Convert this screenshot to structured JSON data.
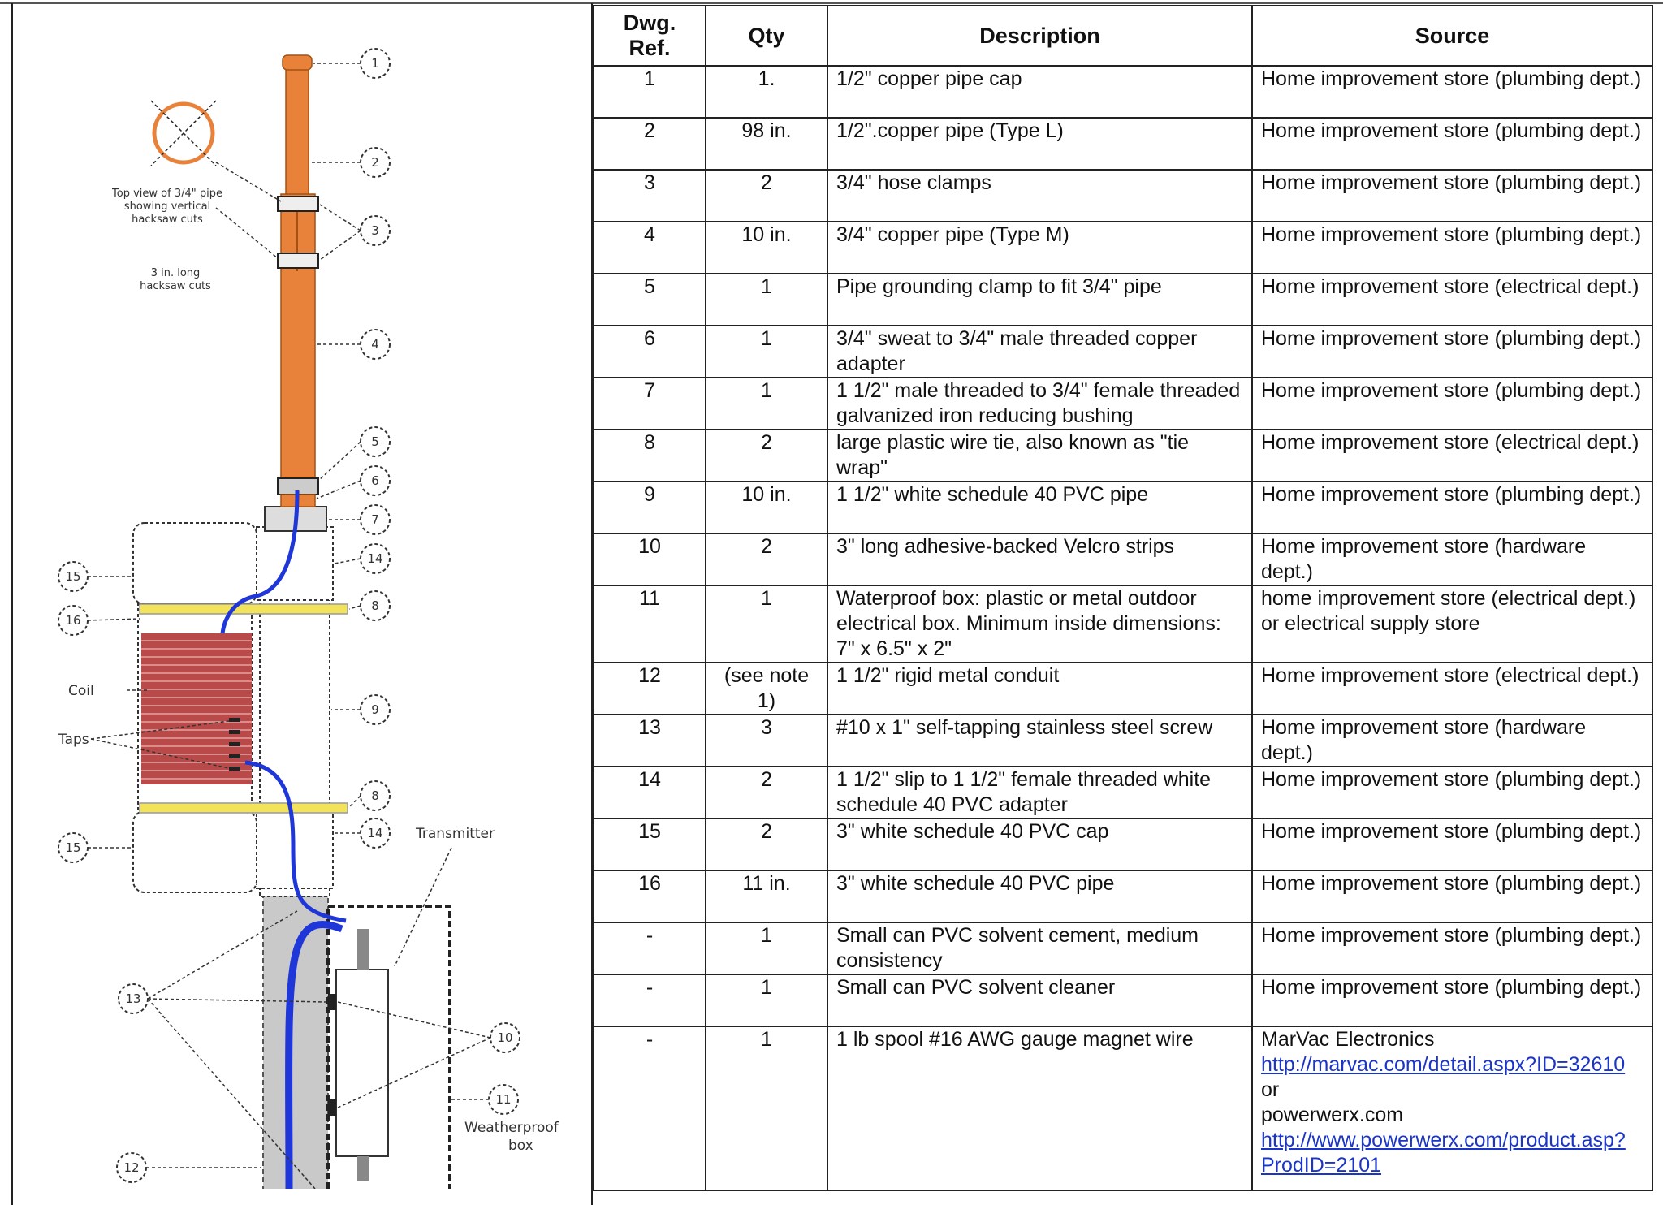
{
  "table": {
    "headers": [
      "Dwg.\nRef.",
      "Qty",
      "Description",
      "Source"
    ],
    "rows": [
      {
        "ref": "1",
        "qty": "1.",
        "description": "1/2\" copper pipe cap",
        "source": [
          "Home improvement store (plumbing dept.)"
        ]
      },
      {
        "ref": "2",
        "qty": "98 in.",
        "description": "1/2\".copper pipe (Type L)",
        "source": [
          "Home improvement store (plumbing dept.)"
        ]
      },
      {
        "ref": "3",
        "qty": "2",
        "description": "3/4\" hose clamps",
        "source": [
          "Home improvement store (plumbing dept.)"
        ]
      },
      {
        "ref": "4",
        "qty": "10 in.",
        "description": "3/4\" copper pipe (Type M)",
        "source": [
          "Home improvement store (plumbing dept.)"
        ]
      },
      {
        "ref": "5",
        "qty": "1",
        "description": "Pipe grounding clamp to fit 3/4\" pipe",
        "source": [
          "Home improvement store (electrical dept.)"
        ]
      },
      {
        "ref": "6",
        "qty": "1",
        "description": "3/4\" sweat to 3/4\" male threaded copper adapter",
        "source": [
          "Home improvement store (plumbing dept.)"
        ]
      },
      {
        "ref": "7",
        "qty": "1",
        "description": "1 1/2\" male threaded to 3/4\" female threaded galvanized iron reducing bushing",
        "source": [
          "Home improvement store (plumbing dept.)"
        ]
      },
      {
        "ref": "8",
        "qty": "2",
        "description": "large plastic wire tie, also known as \"tie wrap\"",
        "source": [
          "Home improvement store (electrical dept.)"
        ]
      },
      {
        "ref": "9",
        "qty": "10 in.",
        "description": "1 1/2\" white schedule 40 PVC pipe",
        "source": [
          "Home improvement store (plumbing dept.)"
        ]
      },
      {
        "ref": "10",
        "qty": "2",
        "description": "3\" long adhesive-backed Velcro strips",
        "source": [
          "Home improvement store (hardware dept.)"
        ]
      },
      {
        "ref": "11",
        "qty": "1",
        "description": "Waterproof box: plastic or metal outdoor electrical box. Minimum inside dimensions: 7\" x 6.5\" x 2\"",
        "source": [
          "home improvement store (electrical dept.) or electrical supply store"
        ]
      },
      {
        "ref": "12",
        "qty": "(see note 1)",
        "description": "1 1/2\" rigid metal conduit",
        "source": [
          "Home improvement store (electrical dept.)"
        ]
      },
      {
        "ref": "13",
        "qty": "3",
        "description": "#10 x 1\" self-tapping stainless steel screw",
        "source": [
          "Home improvement store (hardware dept.)"
        ]
      },
      {
        "ref": "14",
        "qty": "2",
        "description": "1 1/2\" slip to 1 1/2\" female threaded white schedule 40 PVC adapter",
        "source": [
          "Home improvement store (plumbing dept.)"
        ]
      },
      {
        "ref": "15",
        "qty": "2",
        "description": "3\" white schedule 40 PVC cap",
        "source": [
          "Home improvement store (plumbing dept.)"
        ]
      },
      {
        "ref": "16",
        "qty": "11 in.",
        "description": "3\" white schedule 40 PVC pipe",
        "source": [
          "Home improvement store (plumbing dept.)"
        ]
      },
      {
        "ref": "-",
        "qty": "1",
        "description": "Small can PVC solvent cement, medium consistency",
        "source": [
          "Home improvement store (plumbing dept.)"
        ]
      },
      {
        "ref": "-",
        "qty": "1",
        "description": "Small can PVC solvent cleaner",
        "source": [
          "Home improvement store (plumbing dept.)"
        ]
      },
      {
        "ref": "-",
        "qty": "1",
        "description": "1 lb spool #16 AWG gauge magnet wire",
        "source": [
          "MarVac Electronics",
          {
            "link": "http://marvac.com/detail.aspx?ID=32610"
          },
          "or",
          "powerwerx.com",
          {
            "link": "http://www.powerwerx.com/product.asp?ProdID=2101"
          }
        ]
      }
    ]
  },
  "diagram": {
    "callouts": [
      "1",
      "2",
      "3",
      "4",
      "5",
      "6",
      "7",
      "8",
      "9",
      "10",
      "11",
      "12",
      "13",
      "14",
      "15",
      "16"
    ],
    "labels": {
      "top_view_l1": "Top view of 3/4\" pipe",
      "top_view_l2": "showing vertical",
      "top_view_l3": "hacksaw cuts",
      "cut_l1": "3 in. long",
      "cut_l2": "hacksaw cuts",
      "coil": "Coil",
      "taps": "Taps",
      "transmitter": "Transmitter",
      "weatherproof_l1": "Weatherproof",
      "weatherproof_l2": "box"
    },
    "colors": {
      "copper": "#e8813a",
      "wire": "#1f36d8",
      "coil": "#b94a4a",
      "tie": "#f2e35a",
      "conduit": "#c9c9c9"
    }
  }
}
